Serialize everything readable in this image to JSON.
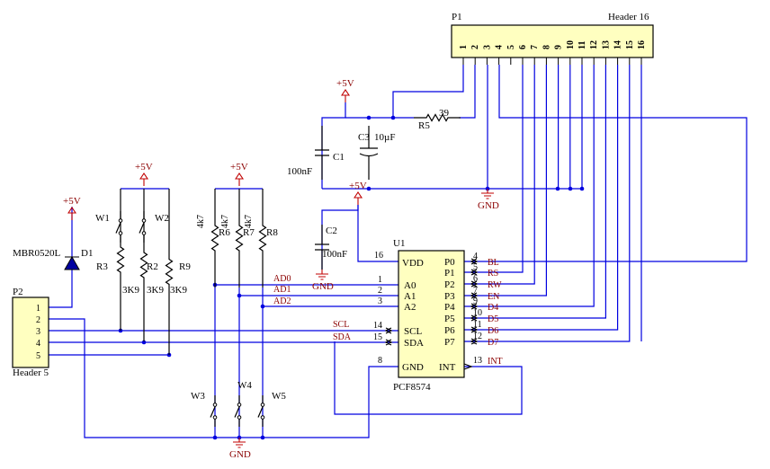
{
  "p1": {
    "ref": "P1",
    "title": "Header 16",
    "pins": [
      "1",
      "2",
      "3",
      "4",
      "5",
      "6",
      "7",
      "8",
      "9",
      "10",
      "11",
      "12",
      "13",
      "14",
      "15",
      "16"
    ]
  },
  "p2": {
    "ref": "P2",
    "title": "Header 5",
    "pins": [
      "1",
      "2",
      "3",
      "4",
      "5"
    ]
  },
  "u1": {
    "ref": "U1",
    "part": "PCF8574",
    "vdd_label": "VDD",
    "vdd_pin": "16",
    "gnd_label": "GND",
    "gnd_pin": "8",
    "left_pins": [
      {
        "num": "1",
        "name": "A0",
        "net": "AD0"
      },
      {
        "num": "2",
        "name": "A1",
        "net": "AD1"
      },
      {
        "num": "3",
        "name": "A2",
        "net": "AD2"
      },
      {
        "num": "14",
        "name": "SCL",
        "net": "SCL"
      },
      {
        "num": "15",
        "name": "SDA",
        "net": "SDA"
      }
    ],
    "right_pins": [
      {
        "num": "4",
        "name": "P0",
        "net": "BL"
      },
      {
        "num": "5",
        "name": "P1",
        "net": "RS"
      },
      {
        "num": "6",
        "name": "P2",
        "net": "RW"
      },
      {
        "num": "7",
        "name": "P3",
        "net": "EN"
      },
      {
        "num": "9",
        "name": "P4",
        "net": "D4"
      },
      {
        "num": "10",
        "name": "P5",
        "net": "D5"
      },
      {
        "num": "11",
        "name": "P6",
        "net": "D6"
      },
      {
        "num": "12",
        "name": "P7",
        "net": "D7"
      }
    ],
    "int_name": "INT",
    "int_pin": "13",
    "int_net": "INT"
  },
  "components": {
    "c1": {
      "ref": "C1",
      "value": "100nF"
    },
    "c2": {
      "ref": "C2",
      "value": "100nF"
    },
    "c3": {
      "ref": "C3",
      "value": "10µF"
    },
    "r5": {
      "ref": "R5",
      "value": "39"
    },
    "r2": {
      "ref": "R2",
      "value": "3K9"
    },
    "r3": {
      "ref": "R3",
      "value": "3K9"
    },
    "r9": {
      "ref": "R9",
      "value": "3K9"
    },
    "r6": {
      "ref": "R6",
      "value": "4k7"
    },
    "r7": {
      "ref": "R7",
      "value": "4k7"
    },
    "r8": {
      "ref": "R8",
      "value": "4k7"
    },
    "d1": {
      "ref": "D1",
      "value": "MBR0520L"
    },
    "w1": {
      "ref": "W1"
    },
    "w2": {
      "ref": "W2"
    },
    "w3": {
      "ref": "W3"
    },
    "w4": {
      "ref": "W4"
    },
    "w5": {
      "ref": "W5"
    }
  },
  "power": {
    "vcc": "+5V",
    "gnd": "GND"
  },
  "colors": {
    "wire": "#0000e0",
    "component": "#000000",
    "power": "#c00000",
    "net_label": "#8b0000",
    "body_fill": "#ffffc0"
  }
}
